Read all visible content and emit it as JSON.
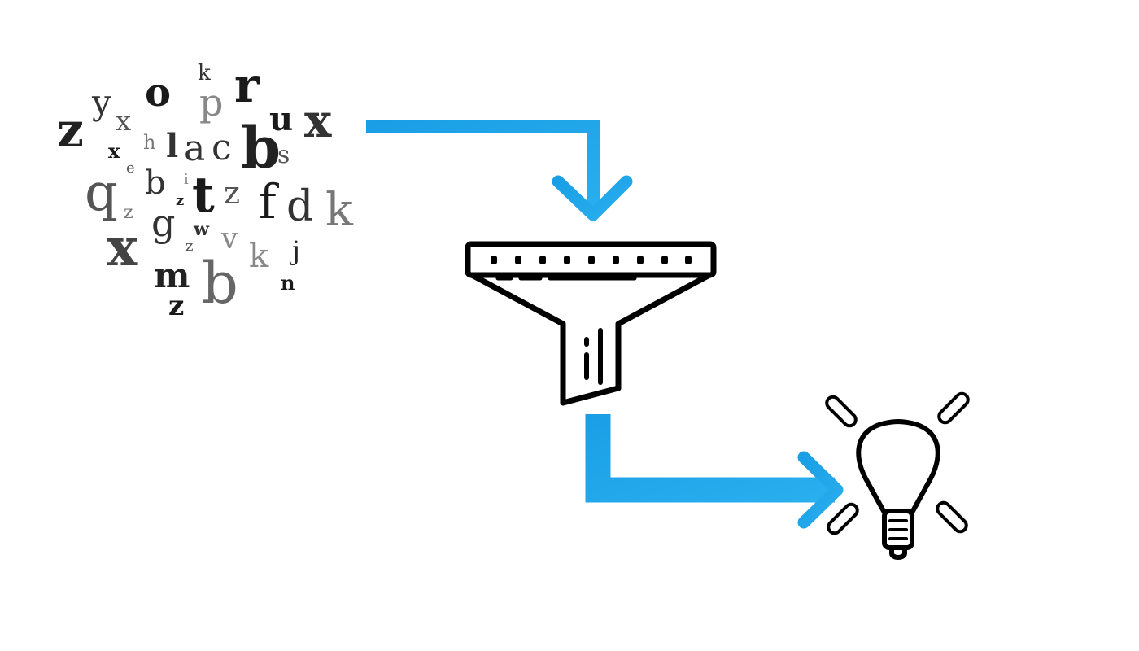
{
  "letter_cloud": {
    "letters": [
      {
        "char": "z",
        "color": "#222222"
      },
      {
        "char": "y",
        "color": "#333333"
      },
      {
        "char": "x",
        "color": "#555555"
      },
      {
        "char": "o",
        "color": "#1a1a1a"
      },
      {
        "char": "k",
        "color": "#333333"
      },
      {
        "char": "p",
        "color": "#888888"
      },
      {
        "char": "r",
        "color": "#1a1a1a"
      },
      {
        "char": "x",
        "color": "#333333"
      },
      {
        "char": "h",
        "color": "#777777"
      },
      {
        "char": "l",
        "color": "#333333"
      },
      {
        "char": "a",
        "color": "#333333"
      },
      {
        "char": "c",
        "color": "#333333"
      },
      {
        "char": "b",
        "color": "#222222"
      },
      {
        "char": "u",
        "color": "#1a1a1a"
      },
      {
        "char": "s",
        "color": "#555555"
      },
      {
        "char": "x",
        "color": "#1a1a1a"
      },
      {
        "char": "e",
        "color": "#555555"
      },
      {
        "char": "q",
        "color": "#555555"
      },
      {
        "char": "b",
        "color": "#333333"
      },
      {
        "char": "i",
        "color": "#888888"
      },
      {
        "char": "z",
        "color": "#222222"
      },
      {
        "char": "t",
        "color": "#1a1a1a"
      },
      {
        "char": "z",
        "color": "#555555"
      },
      {
        "char": "f",
        "color": "#1a1a1a"
      },
      {
        "char": "d",
        "color": "#333333"
      },
      {
        "char": "k",
        "color": "#777777"
      },
      {
        "char": "z",
        "color": "#777777"
      },
      {
        "char": "g",
        "color": "#333333"
      },
      {
        "char": "w",
        "color": "#333333"
      },
      {
        "char": "z",
        "color": "#555555"
      },
      {
        "char": "v",
        "color": "#888888"
      },
      {
        "char": "x",
        "color": "#444444"
      },
      {
        "char": "k",
        "color": "#888888"
      },
      {
        "char": "j",
        "color": "#222222"
      },
      {
        "char": "m",
        "color": "#222222"
      },
      {
        "char": "b",
        "color": "#666666"
      },
      {
        "char": "n",
        "color": "#1a1a1a"
      },
      {
        "char": "z",
        "color": "#1a1a1a"
      }
    ]
  },
  "colors": {
    "arrow": "#1fa3e6",
    "icon_stroke": "#000000",
    "background": "#ffffff"
  },
  "icons": {
    "funnel": "funnel-icon",
    "lightbulb": "lightbulb-icon"
  }
}
